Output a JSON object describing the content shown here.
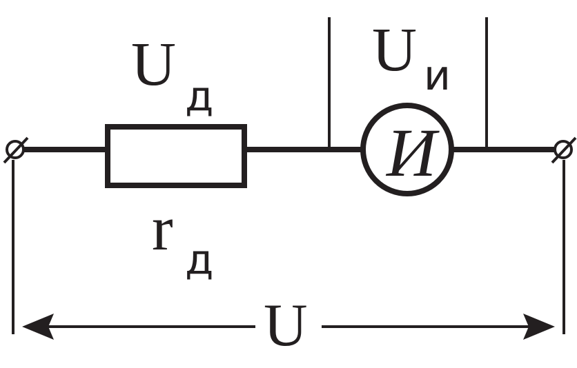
{
  "colors": {
    "ink": "#231f20",
    "background": "#ffffff"
  },
  "labels": {
    "resistor_voltage_main": "U",
    "resistor_voltage_sub": "д",
    "resistor_main": "r",
    "resistor_sub": "д",
    "meter_voltage_main": "U",
    "meter_voltage_sub": "и",
    "meter_symbol": "И",
    "total_voltage": "U"
  },
  "icons": {
    "left_terminal": "terminal-icon",
    "right_terminal": "terminal-icon",
    "meter": "meter-circle-icon",
    "resistor": "resistor-rectangle-icon",
    "arrow": "double-arrow-icon"
  }
}
